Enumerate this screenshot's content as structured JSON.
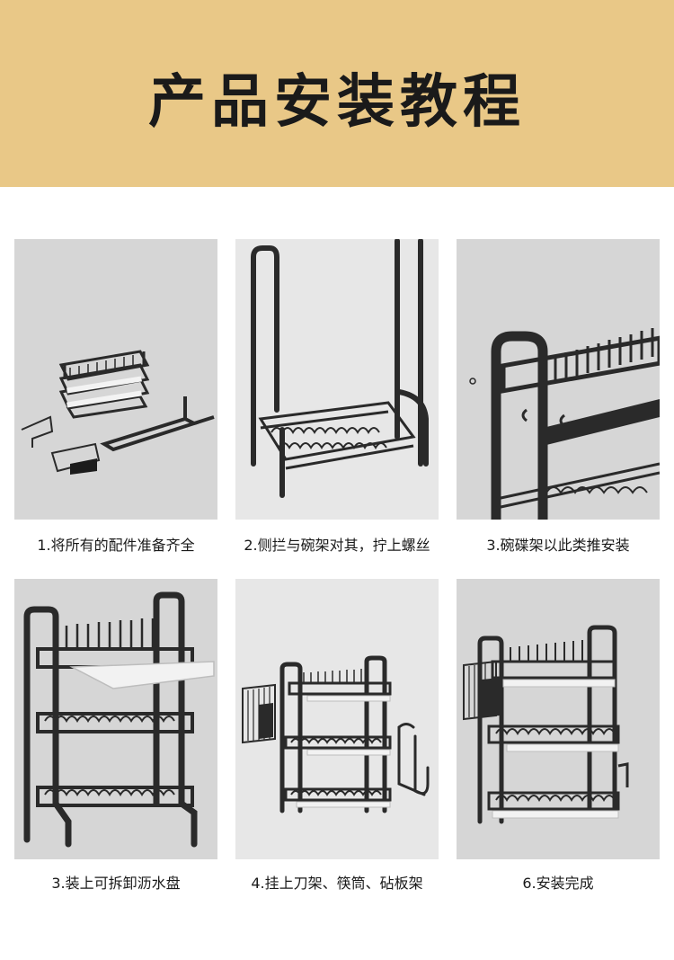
{
  "header": {
    "title": "产品安装教程"
  },
  "colors": {
    "banner": "#e9c887",
    "rack": "#2a2a2a",
    "tray": "#f2f2f2"
  },
  "steps": [
    {
      "caption": "1.将所有的配件准备齐全",
      "icon": "parts-layout"
    },
    {
      "caption": "2.侧拦与碗架对其，拧上螺丝",
      "icon": "frame-assembly"
    },
    {
      "caption": "3.碗碟架以此类推安装",
      "icon": "rack-closeup"
    },
    {
      "caption": "3.装上可拆卸沥水盘",
      "icon": "three-tier-rack-tray"
    },
    {
      "caption": "4.挂上刀架、筷筒、砧板架",
      "icon": "rack-with-accessories"
    },
    {
      "caption": "6.安装完成",
      "icon": "finished-rack"
    }
  ]
}
